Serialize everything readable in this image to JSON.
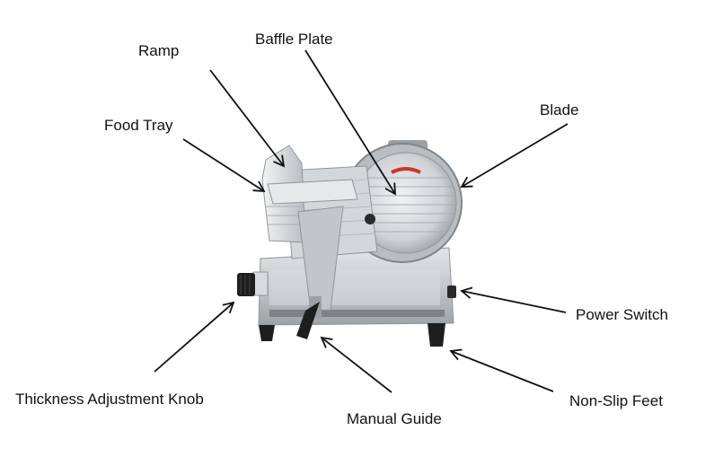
{
  "labels": {
    "ramp": "Ramp",
    "baffle_plate": "Baffle Plate",
    "food_tray": "Food Tray",
    "blade": "Blade",
    "power_switch": "Power Switch",
    "thickness_knob": "Thickness Adjustment Knob",
    "manual_guide": "Manual Guide",
    "non_slip_feet": "Non-Slip Feet"
  },
  "colors": {
    "background": "#ffffff",
    "metal": "#c9ccd0",
    "metal_dark": "#9ea3a8",
    "rubber": "#1e1e1e",
    "accent_red": "#d0322a"
  }
}
